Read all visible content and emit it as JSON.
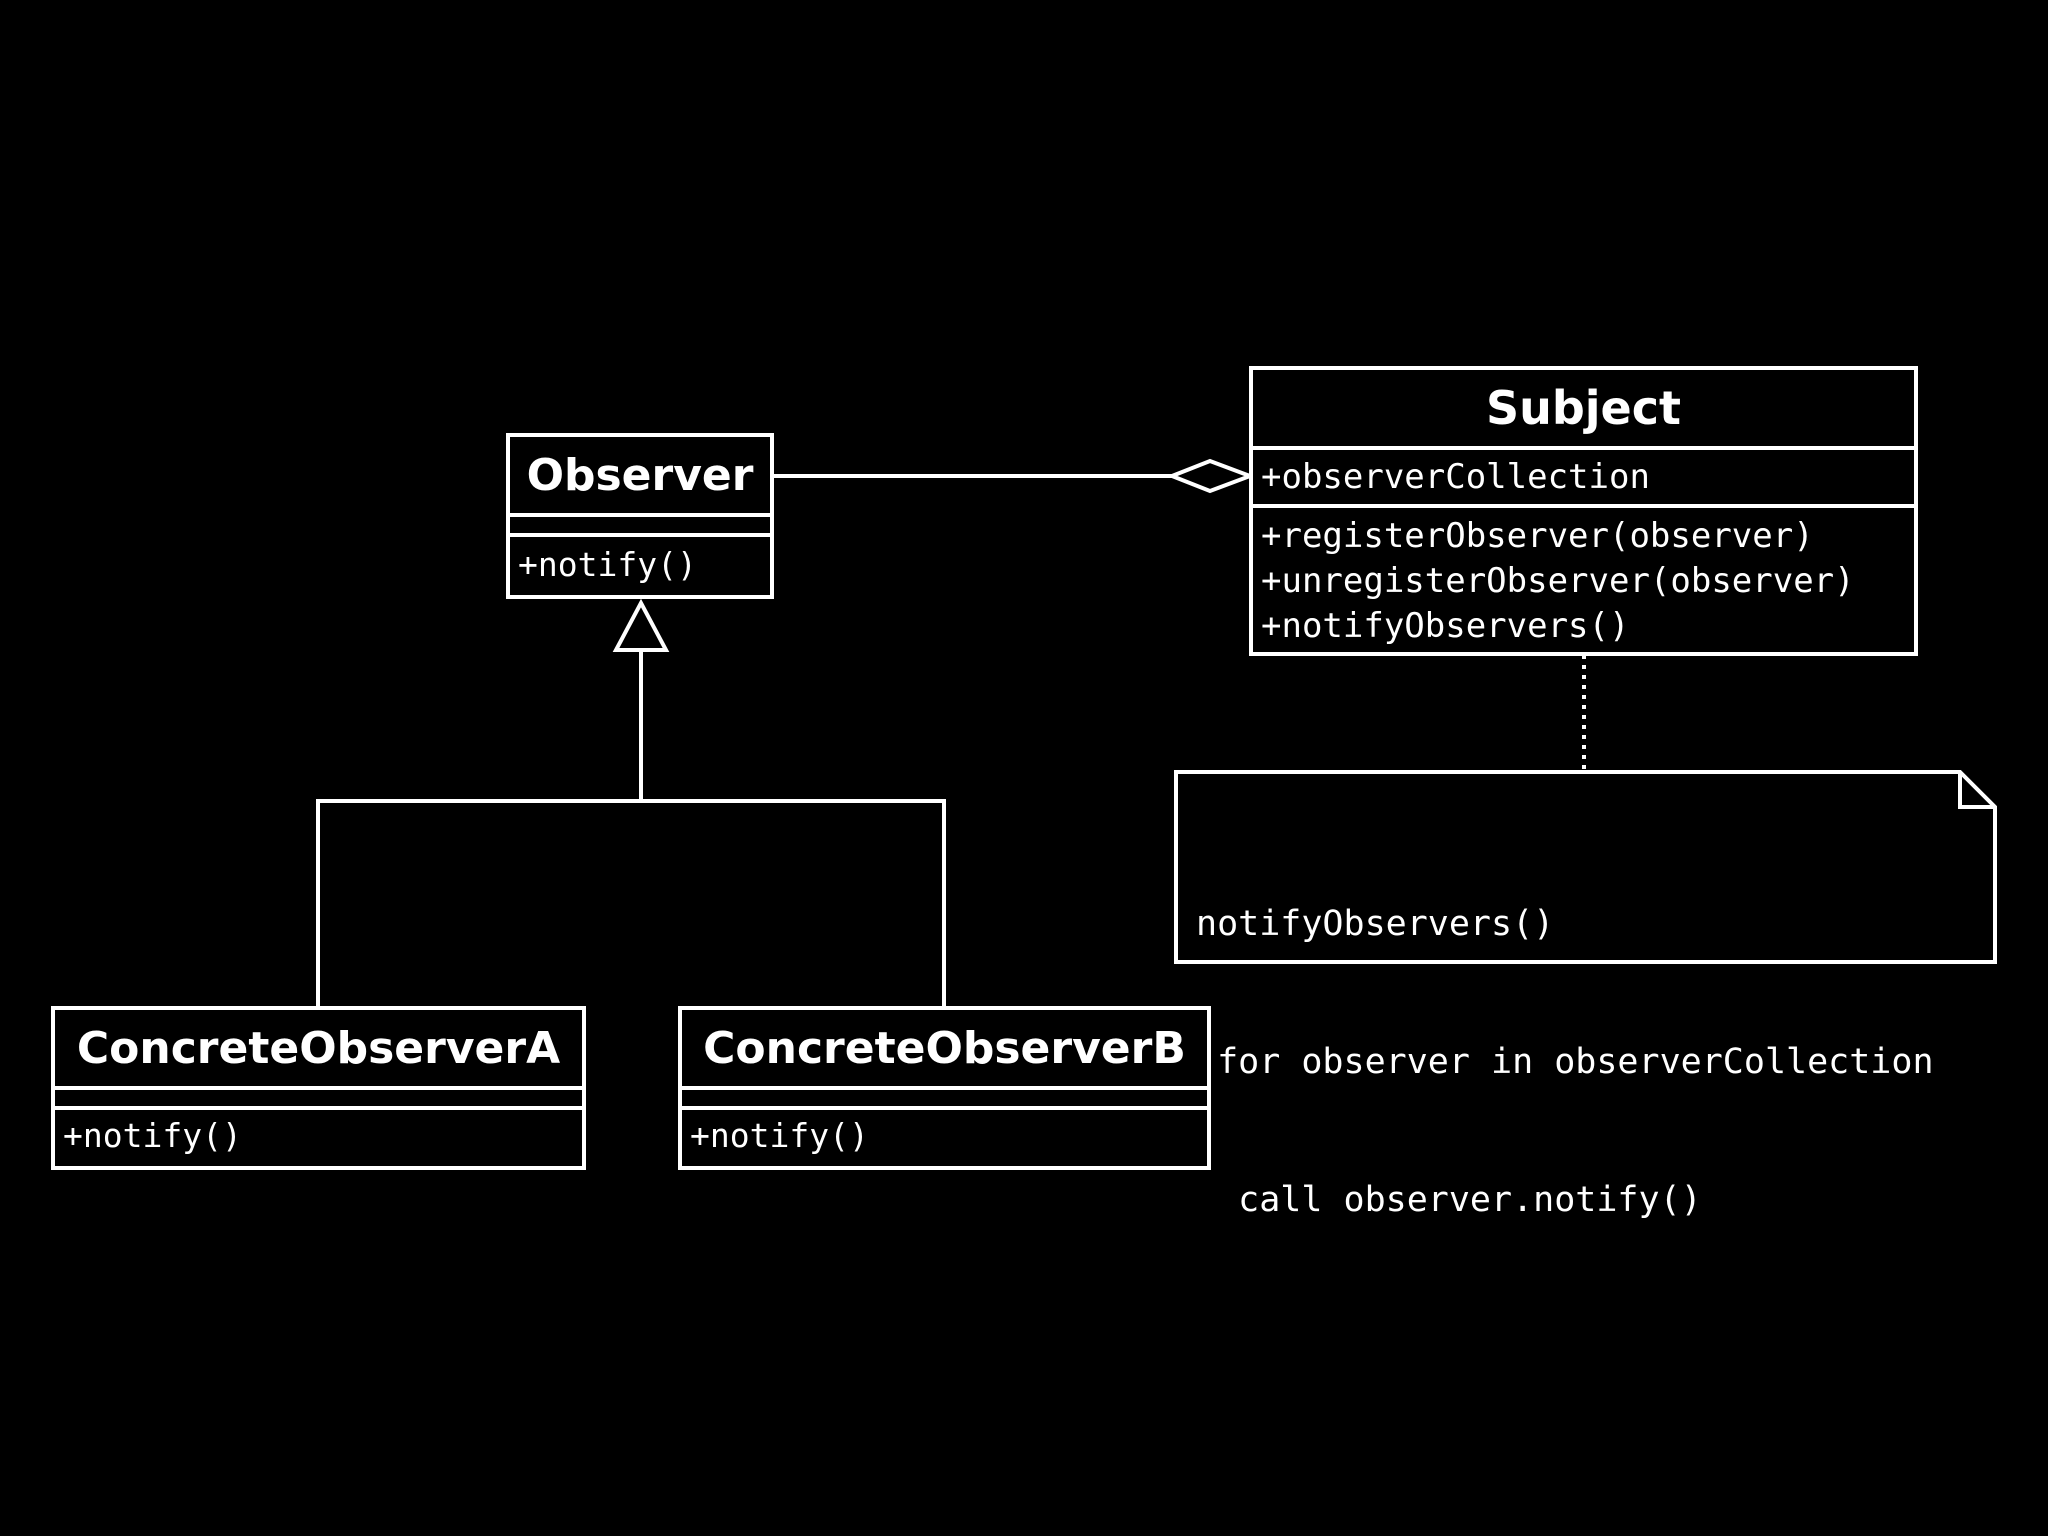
{
  "classes": {
    "observer": {
      "name": "Observer",
      "attributes": [],
      "operations": [
        "+notify()"
      ]
    },
    "subject": {
      "name": "Subject",
      "attributes": [
        "+observerCollection"
      ],
      "operations": [
        "+registerObserver(observer)",
        "+unregisterObserver(observer)",
        "+notifyObservers()"
      ]
    },
    "concrete_a": {
      "name": "ConcreteObserverA",
      "attributes": [],
      "operations": [
        "+notify()"
      ]
    },
    "concrete_b": {
      "name": "ConcreteObserverB",
      "attributes": [],
      "operations": [
        "+notify()"
      ]
    }
  },
  "note": {
    "lines": [
      "notifyObservers()",
      " for observer in observerCollection",
      "  call observer.notify()"
    ]
  },
  "colors": {
    "background": "#000000",
    "stroke": "#ffffff",
    "text": "#ffffff"
  }
}
